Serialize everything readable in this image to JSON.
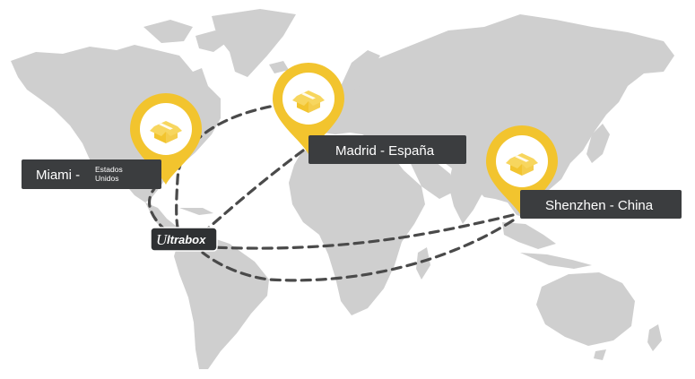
{
  "map": {
    "land_color": "#cfcfcf",
    "route_color": "#4a4a4a",
    "pin_color": "#f2c42e",
    "label_color": "#3b3d3f",
    "origins": [
      {
        "id": "miami",
        "name": "Miami -",
        "country_line1": "Estados",
        "country_line2": "Unidos",
        "icon": "box-icon"
      },
      {
        "id": "madrid",
        "name": "Madrid - España",
        "icon": "box-icon"
      },
      {
        "id": "shenzhen",
        "name": "Shenzhen - China",
        "icon": "box-icon"
      }
    ],
    "destination": {
      "logo_letter": "U",
      "logo_text": "ltrabox"
    }
  }
}
